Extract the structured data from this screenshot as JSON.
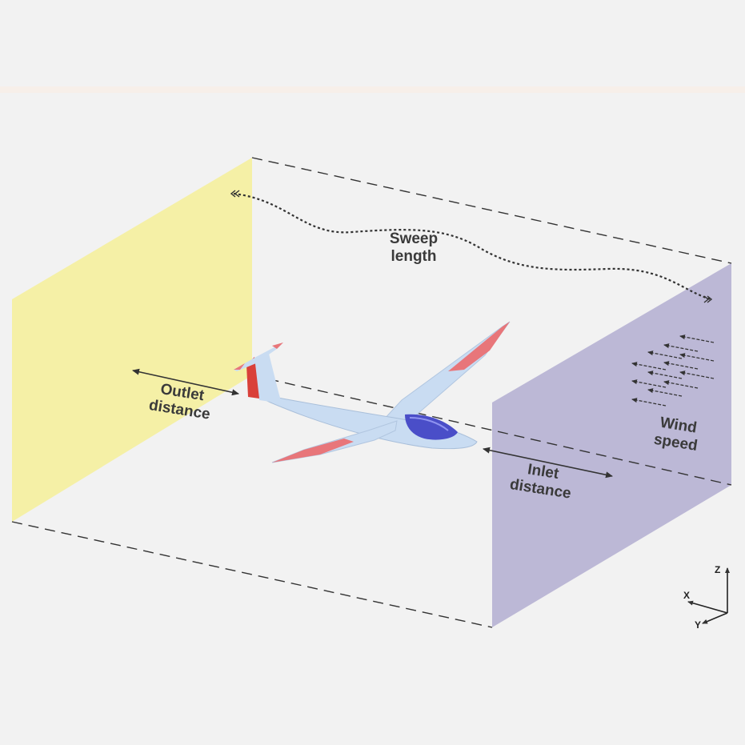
{
  "labels": {
    "sweep_line1": "Sweep",
    "sweep_line2": "length",
    "outlet_line1": "Outlet",
    "outlet_line2": "distance",
    "inlet_line1": "Inlet",
    "inlet_line2": "distance",
    "wind_line1": "Wind",
    "wind_line2": "speed"
  },
  "axes": {
    "z": "Z",
    "x": "X",
    "y": "Y"
  },
  "colors": {
    "background": "#f2f2f2",
    "outlet_plane": "#f5f0a6",
    "inlet_plane": "#bcb8d6",
    "glider_body": "#c9dcf2",
    "glider_tips": "#e8767a",
    "canopy": "#4a4ec8",
    "lines": "#333333"
  }
}
